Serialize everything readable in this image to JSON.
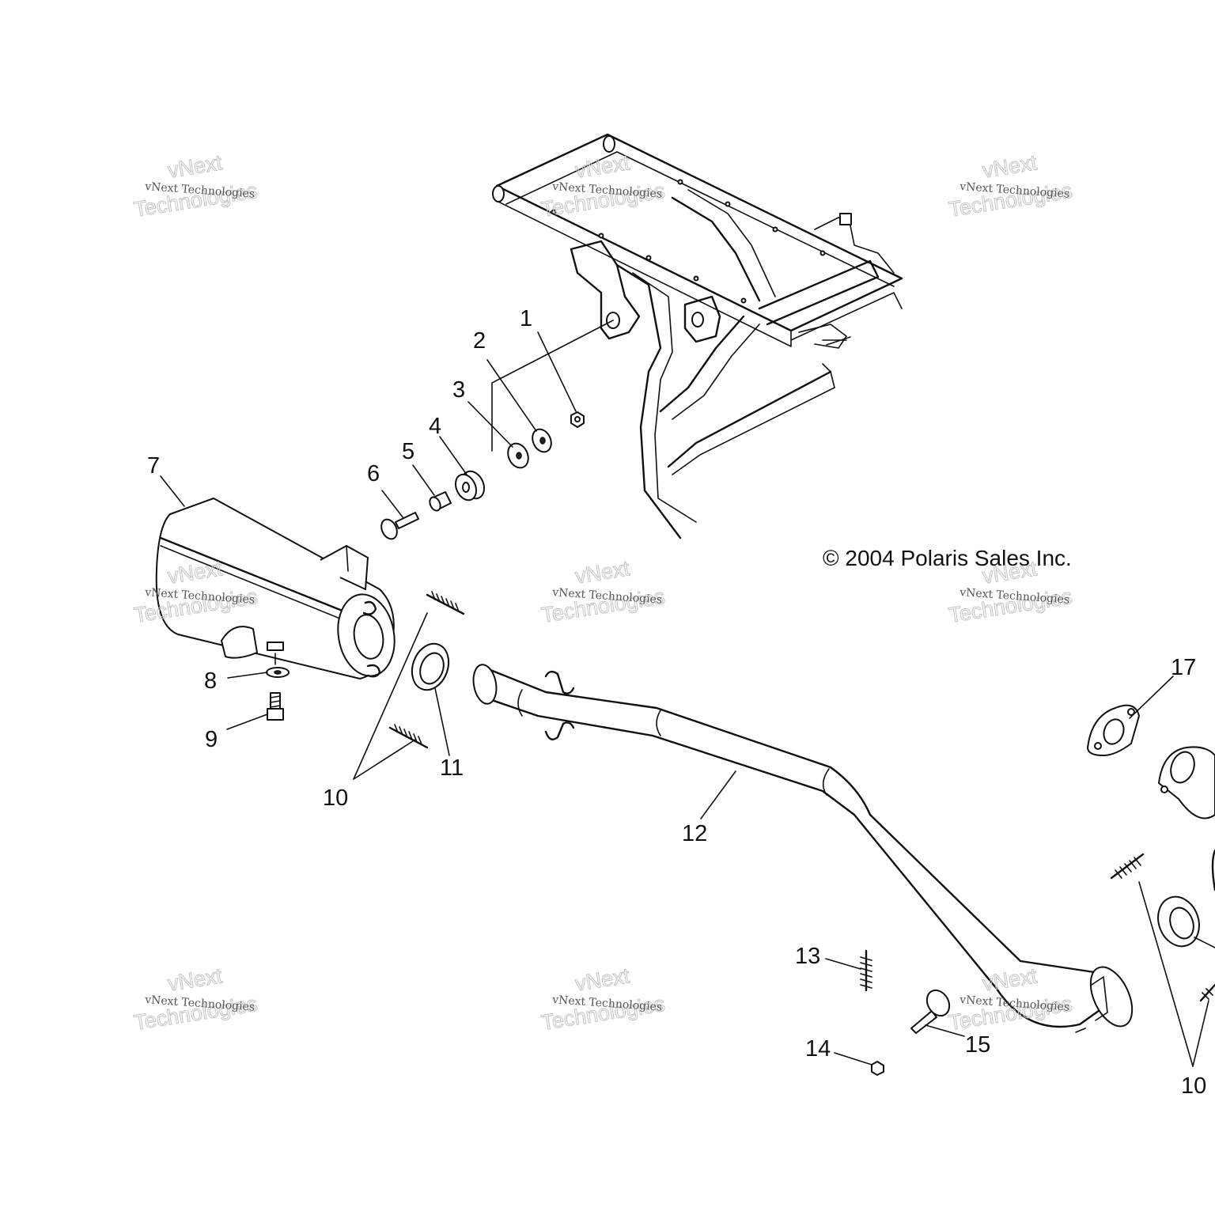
{
  "diagram": {
    "copyright": "© 2004 Polaris Sales Inc.",
    "callouts": [
      {
        "id": "c1",
        "label": "1"
      },
      {
        "id": "c2",
        "label": "2"
      },
      {
        "id": "c3",
        "label": "3"
      },
      {
        "id": "c4",
        "label": "4"
      },
      {
        "id": "c5",
        "label": "5"
      },
      {
        "id": "c6",
        "label": "6"
      },
      {
        "id": "c7",
        "label": "7"
      },
      {
        "id": "c8",
        "label": "8"
      },
      {
        "id": "c9",
        "label": "9"
      },
      {
        "id": "c10a",
        "label": "10"
      },
      {
        "id": "c11",
        "label": "11"
      },
      {
        "id": "c12",
        "label": "12"
      },
      {
        "id": "c13",
        "label": "13"
      },
      {
        "id": "c14",
        "label": "14"
      },
      {
        "id": "c15",
        "label": "15"
      },
      {
        "id": "c17",
        "label": "17"
      },
      {
        "id": "c10b",
        "label": "10"
      }
    ],
    "watermark": {
      "small": "vNext Technologies",
      "big_top": "vNext",
      "big_bottom": "Technologies"
    }
  }
}
